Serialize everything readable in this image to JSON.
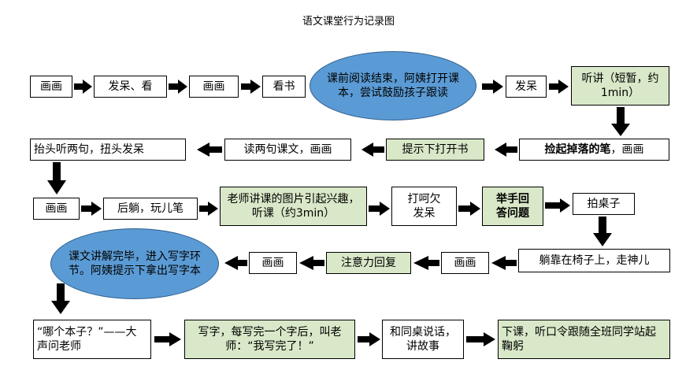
{
  "title": "语文课堂行为记录图",
  "nodes": {
    "r1_1": "画画",
    "r1_2": "发呆、看",
    "r1_3": "画画",
    "r1_4": "看书",
    "r1_5": "课前阅读结束，阿姨打开课本，尝试鼓励孩子跟读",
    "r1_6": "发呆",
    "r1_7": "听讲（短暂，约1min）",
    "r2_1": "抬头听两句，扭头发呆",
    "r2_2": "读两句课文，画画",
    "r2_3": "提示下打开书",
    "r2_4_bold": "捡起掉落的笔",
    "r2_4_rest": "，画画",
    "r3_1": "画画",
    "r3_2": "后躺，玩儿笔",
    "r3_3": "老师讲课的图片引起兴趣，听课（约3min）",
    "r3_4": "打呵欠\n发呆",
    "r3_5": "举手回\n答问题",
    "r3_6": "拍桌子",
    "r4_1": "课文讲解完毕，进入写字环节。阿姨提示下拿出写字本",
    "r4_2": "画画",
    "r4_3": "注意力回复",
    "r4_4": "画画",
    "r4_5": "躺靠在椅子上，走神儿",
    "r5_1": "“哪个本子？”——大声问老师",
    "r5_2": "写字，每写完一个字后，叫老师：“我写完了！”",
    "r5_3": "和同桌说话，讲故事",
    "r5_4": "下课，听口令跟随全班同学站起鞠躬"
  },
  "colors": {
    "green_fill": "#d8e8c8",
    "ellipse_fill": "#5b9bd5",
    "arrow": "#000000"
  }
}
